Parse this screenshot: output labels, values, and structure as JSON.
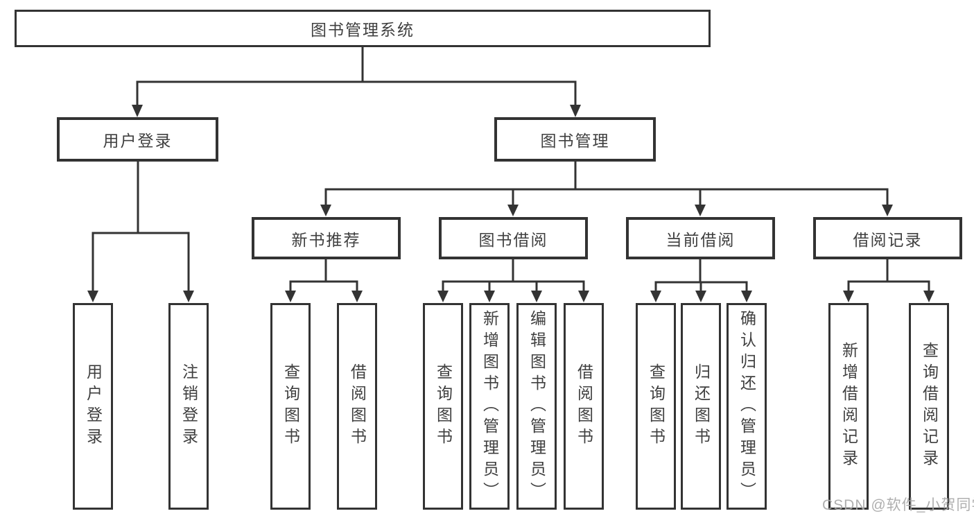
{
  "root": {
    "label": "图书管理系统"
  },
  "level2": [
    {
      "label": "用户登录"
    },
    {
      "label": "图书管理"
    }
  ],
  "level3": [
    {
      "label": "新书推荐"
    },
    {
      "label": "图书借阅"
    },
    {
      "label": "当前借阅"
    },
    {
      "label": "借阅记录"
    }
  ],
  "leaf_groups": [
    {
      "parent": "用户登录",
      "items": [
        "用户登录",
        "注销登录"
      ]
    },
    {
      "parent": "新书推荐",
      "items": [
        "查询图书",
        "借阅图书"
      ]
    },
    {
      "parent": "图书借阅",
      "items": [
        "查询图书",
        "新增图书（管理员）",
        "编辑图书（管理员）",
        "借阅图书"
      ]
    },
    {
      "parent": "当前借阅",
      "items": [
        "查询图书",
        "归还图书",
        "确认归还（管理员）"
      ]
    },
    {
      "parent": "借阅记录",
      "items": [
        "新增借阅记录",
        "查询借阅记录"
      ]
    }
  ],
  "watermark": {
    "text": "CSDN @软件_小贺同学"
  },
  "colors": {
    "line": "#333333",
    "text": "#3f3f3f",
    "watermark": "#a8a8a8",
    "background": "#ffffff"
  }
}
